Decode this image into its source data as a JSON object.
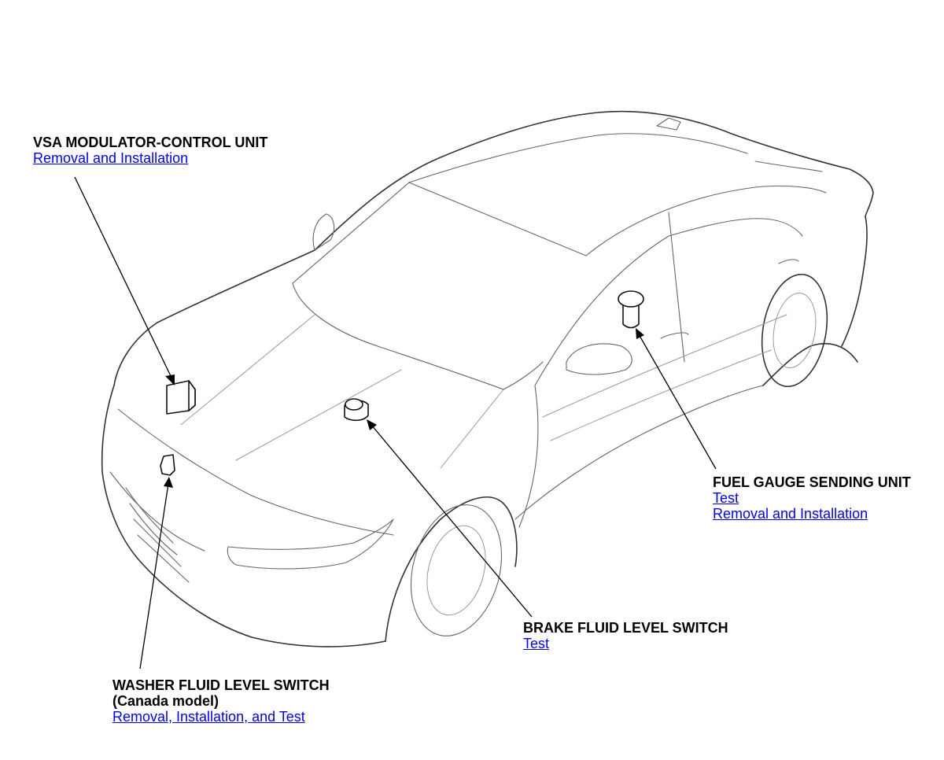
{
  "callouts": {
    "vsa": {
      "title": "VSA MODULATOR-CONTROL UNIT",
      "links": [
        "Removal and Installation"
      ]
    },
    "fuel": {
      "title": "FUEL GAUGE SENDING UNIT",
      "links": [
        "Test",
        "Removal and Installation"
      ]
    },
    "brake": {
      "title": "BRAKE FLUID LEVEL SWITCH",
      "links": [
        "Test"
      ]
    },
    "washer": {
      "title": "WASHER FLUID LEVEL SWITCH",
      "subtitle": "(Canada model)",
      "links": [
        "Removal, Installation, and Test"
      ]
    }
  },
  "colors": {
    "link": "#0000ee",
    "text": "#000000",
    "car_line": "#333333"
  }
}
